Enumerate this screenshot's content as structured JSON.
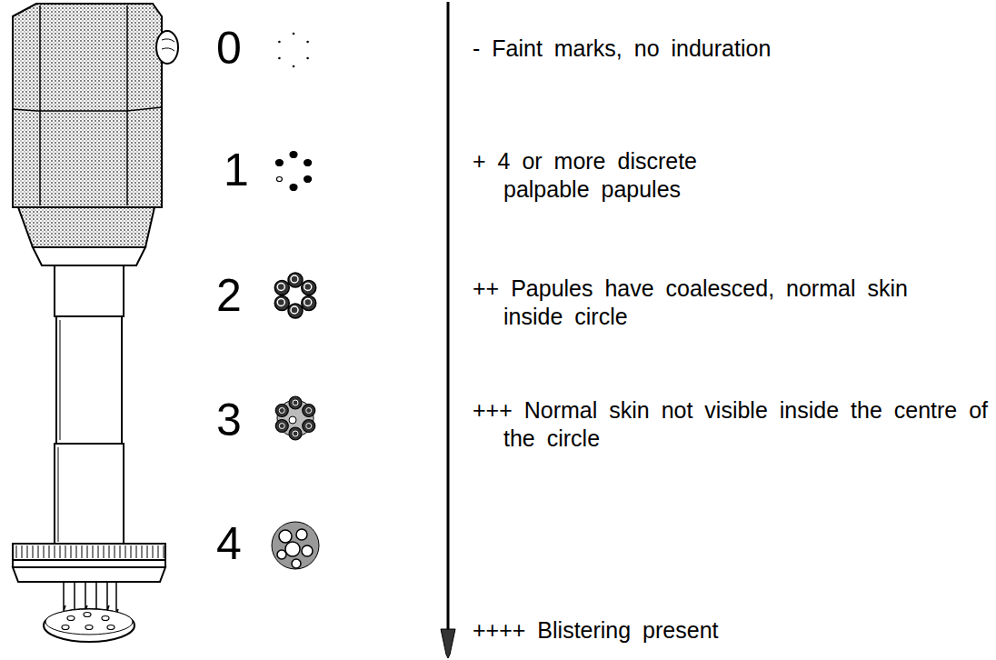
{
  "diagram": {
    "labels": [
      "0",
      "- Faint marks, no induration",
      "1",
      "+ 4 or more discrete palpable papules",
      "2",
      "++ Papules have coalesced, normal skin inside circle",
      "3",
      "+++ Normal skin not visible inside the centre of the circle",
      "4",
      "++++ Blistering present"
    ]
  }
}
